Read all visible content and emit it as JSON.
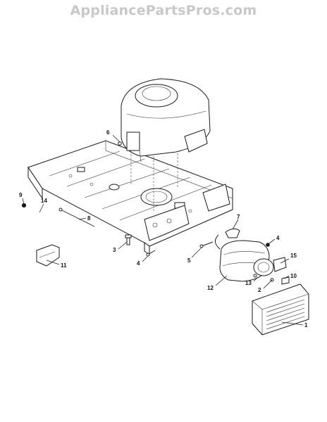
{
  "watermark": "AppliancePartsPros.com",
  "callouts": [
    {
      "id": "c1",
      "text": "1"
    },
    {
      "id": "c2",
      "text": "2"
    },
    {
      "id": "c3",
      "text": "3"
    },
    {
      "id": "c4a",
      "text": "4"
    },
    {
      "id": "c4b",
      "text": "4"
    },
    {
      "id": "c5",
      "text": "5"
    },
    {
      "id": "c6",
      "text": "6"
    },
    {
      "id": "c7",
      "text": "7"
    },
    {
      "id": "c8",
      "text": "8"
    },
    {
      "id": "c9",
      "text": "9"
    },
    {
      "id": "c10",
      "text": "10"
    },
    {
      "id": "c11",
      "text": "11"
    },
    {
      "id": "c12",
      "text": "12"
    },
    {
      "id": "c13",
      "text": "13"
    },
    {
      "id": "c14",
      "text": "14"
    },
    {
      "id": "c15",
      "text": "15"
    }
  ]
}
